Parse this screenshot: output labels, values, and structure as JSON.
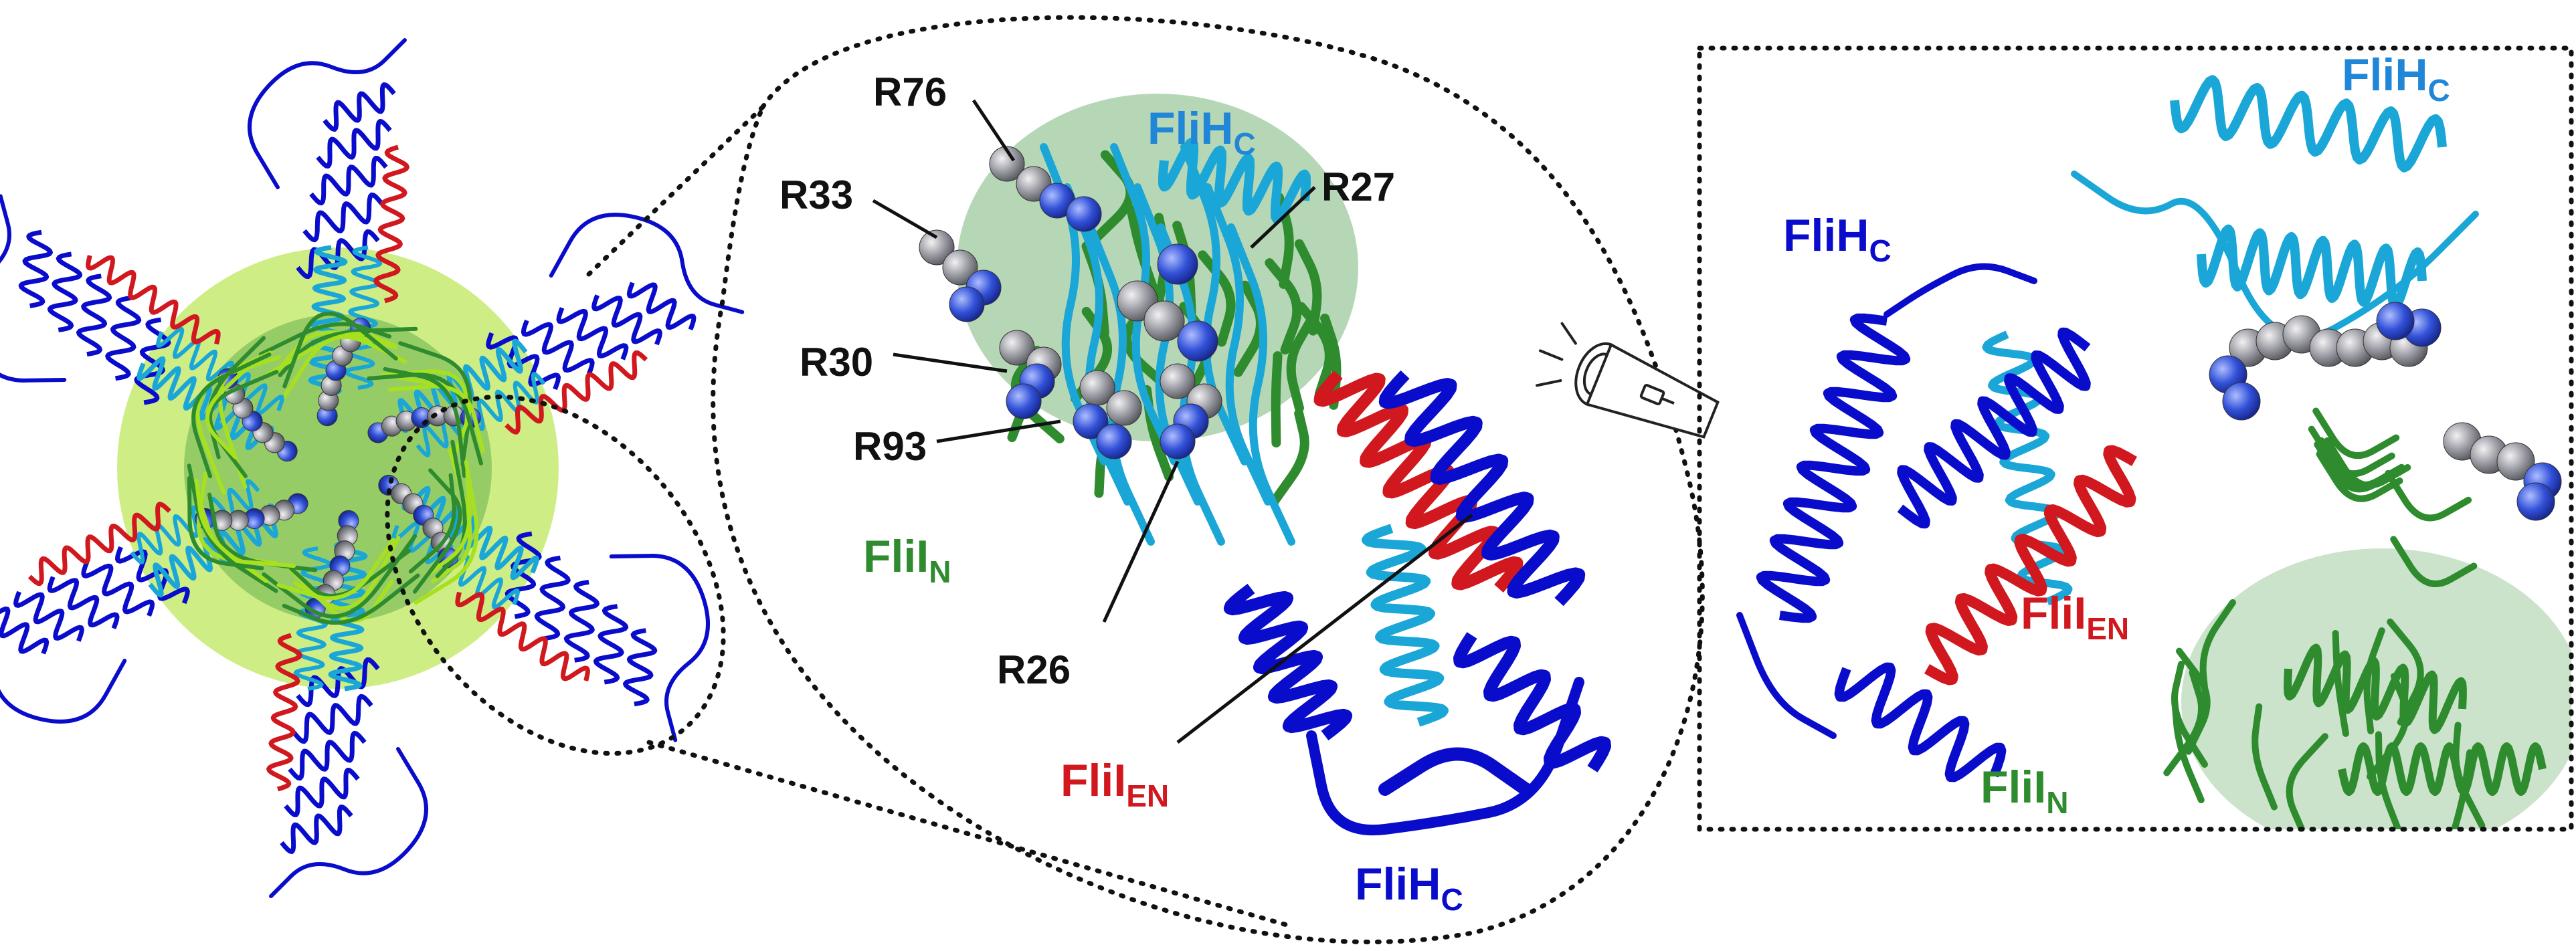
{
  "colors": {
    "flih_light": "#1aa6d6",
    "flih_dark": "#0a0ccc",
    "flii_en": "#d0181e",
    "flii_n": "#2e8b2e",
    "flii_n_light": "#a6e021",
    "residue_grey": "#8e8e96",
    "residue_blue": "#2f4fd6",
    "label_black": "#111111"
  },
  "icons": {
    "flashlight": "flashlight-icon"
  },
  "residue_labels": [
    "R76",
    "R33",
    "R27",
    "R30",
    "R93",
    "R26"
  ],
  "middle_panel": {
    "fliHc_top": {
      "base": "FliH",
      "sub": "C"
    },
    "fliIn": {
      "base": "FliI",
      "sub": "N"
    },
    "fliIen": {
      "base": "FliI",
      "sub": "EN"
    },
    "fliHc_bottom": {
      "base": "FliH",
      "sub": "C"
    }
  },
  "right_panel": {
    "fliHc_top": {
      "base": "FliH",
      "sub": "C"
    },
    "fliHc_left": {
      "base": "FliH",
      "sub": "C"
    },
    "fliIen": {
      "base": "FliI",
      "sub": "EN"
    },
    "fliIn": {
      "base": "FliI",
      "sub": "N"
    }
  }
}
